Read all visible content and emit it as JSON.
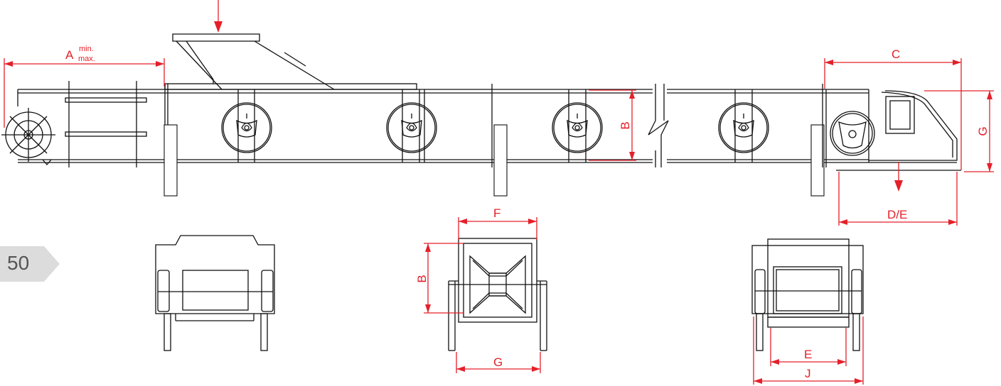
{
  "labels": {
    "a": "A",
    "a_min": "min.",
    "a_max": "max.",
    "b_side": "B",
    "c": "C",
    "g_side": "G",
    "de": "D/E",
    "f": "F",
    "b_front": "B",
    "g_front": "G",
    "e": "E",
    "j": "J"
  },
  "page_number": "50",
  "colors": {
    "line": "#111111",
    "dimension": "#e4202a",
    "badge": "#dcdcdc",
    "badge_text": "#555555"
  }
}
